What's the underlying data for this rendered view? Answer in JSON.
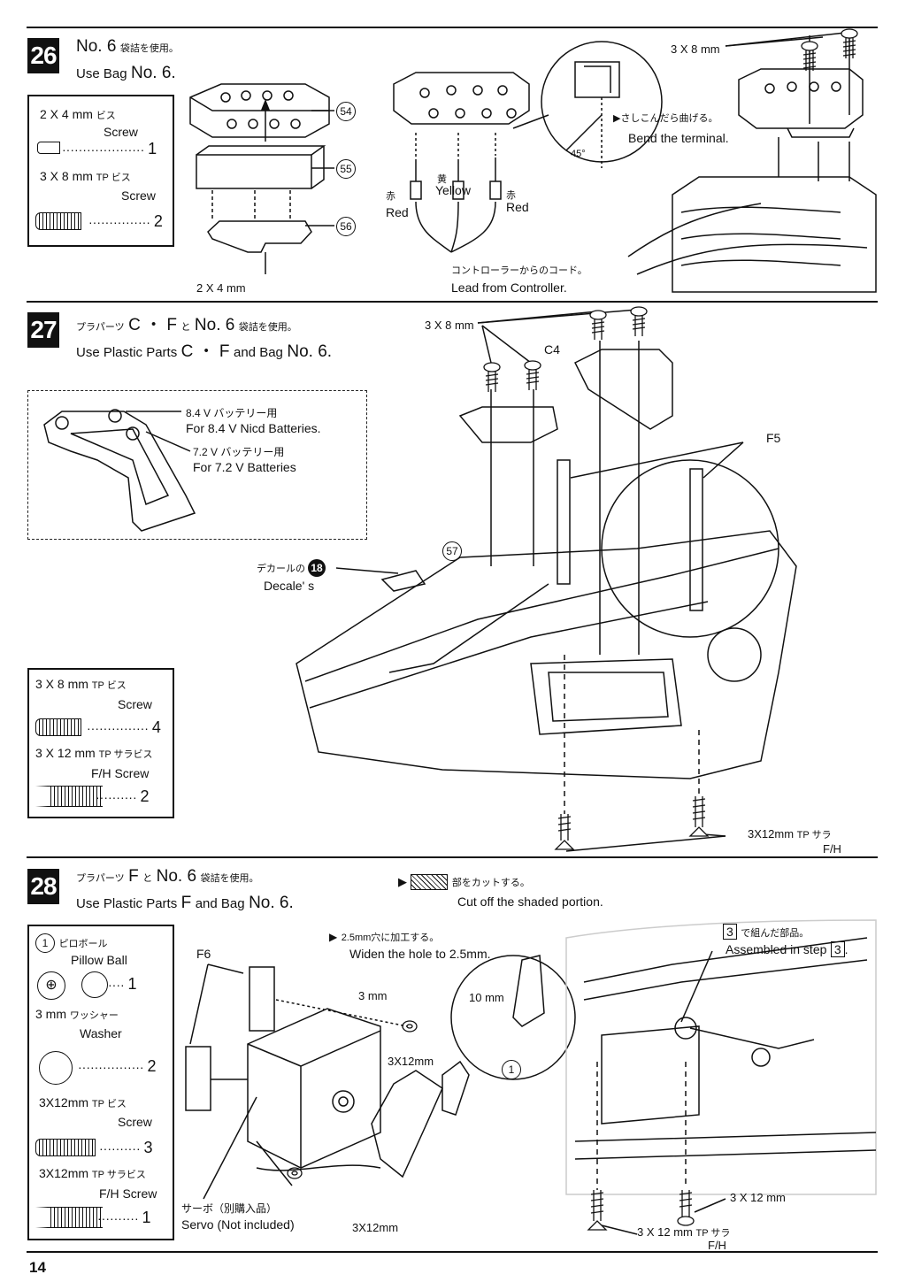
{
  "page_number": "14",
  "step26": {
    "num": "26",
    "line1_no": "No. 6",
    "line1_jp": "袋詰を使用。",
    "line2_use": "Use Bag",
    "line2_no": "No. 6.",
    "parts": {
      "p1_size": "2 X 4 mm",
      "p1_jp": "ビス",
      "p1_en": "Screw",
      "p1_qty": "1",
      "p2_size": "3 X 8 mm",
      "p2_jp": "TP ビス",
      "p2_en": "Screw",
      "p2_qty": "2"
    },
    "callouts": [
      "54",
      "55",
      "56"
    ],
    "screw_bottom": "2 X 4 mm",
    "wire_red_jp": "赤",
    "wire_red_en": "Red",
    "wire_yellow_jp": "黄",
    "wire_yellow_en": "Yellow",
    "wire_red2_jp": "赤",
    "wire_red2_en": "Red",
    "angle": "45°",
    "bend_jp": "▶さしこんだら曲げる。",
    "bend_en": "Bend the terminal.",
    "lead_jp": "コントローラーからのコード。",
    "lead_en": "Lead from Controller.",
    "screw_top": "3 X 8 mm"
  },
  "step27": {
    "num": "27",
    "line1_jp": "プラパーツ",
    "line1_parts": "C ・ F",
    "line1_to": "と",
    "line1_no": "No. 6",
    "line1_jp2": "袋詰を使用。",
    "line2_use": "Use Plastic Parts",
    "line2_parts": "C ・ F",
    "line2_and": "and Bag",
    "line2_no": "No. 6.",
    "battery": {
      "v84_jp": "8.4 V バッテリー用",
      "v84_en": "For 8.4 V Nicd Batteries.",
      "v72_jp": "7.2 V バッテリー用",
      "v72_en": "For 7.2 V Batteries"
    },
    "screw_top": "3 X 8 mm",
    "c4": "C4",
    "f5": "F5",
    "callout57": "57",
    "decal_jp": "デカールの",
    "decal_num": "18",
    "decal_en": "Decale' s",
    "parts": {
      "p1_size": "3 X 8 mm",
      "p1_jp": "TP ビス",
      "p1_en": "Screw",
      "p1_qty": "4",
      "p2_size": "3 X 12 mm",
      "p2_jp": "TP サラビス",
      "p2_en": "F/H Screw",
      "p2_qty": "2"
    },
    "screw_bottom": "3X12mm",
    "screw_bottom_jp": "TP サラ",
    "screw_bottom_en": "F/H"
  },
  "step28": {
    "num": "28",
    "line1_jp": "プラパーツ",
    "line1_parts": "F",
    "line1_to": "と",
    "line1_no": "No. 6",
    "line1_jp2": "袋詰を使用。",
    "line2_use": "Use Plastic Parts",
    "line2_parts": "F",
    "line2_and": "and Bag",
    "line2_no": "No. 6.",
    "cut_jp": "部をカットする。",
    "cut_en": "Cut off the shaded portion.",
    "parts": {
      "p1_num": "1",
      "p1_jp": "ピロボール",
      "p1_en": "Pillow Ball",
      "p1_qty": "1",
      "p2_size": "3 mm",
      "p2_jp": "ワッシャー",
      "p2_en": "Washer",
      "p2_qty": "2",
      "p3_size": "3X12mm",
      "p3_jp": "TP ビス",
      "p3_en": "Screw",
      "p3_qty": "3",
      "p4_size": "3X12mm",
      "p4_jp": "TP サラビス",
      "p4_en": "F/H Screw",
      "p4_qty": "1"
    },
    "f6": "F6",
    "widen_jp": "2.5mm穴に加工する。",
    "widen_en": "Widen the hole to 2.5mm.",
    "m3": "3 mm",
    "m10": "10 mm",
    "s1": "3X12mm",
    "s2": "3X12mm",
    "callout1": "1",
    "servo_jp": "サーボ（別購入品）",
    "servo_en": "Servo (Not included)",
    "assembled_num": "3",
    "assembled_jp": "で組んだ部品。",
    "assembled_en": "Assembled in step",
    "assembled_num2": "3",
    "screw_r": "3 X 12 mm",
    "screw_r2": "3 X 12 mm",
    "screw_r2_jp": "TP サラ",
    "screw_r2_en": "F/H"
  }
}
